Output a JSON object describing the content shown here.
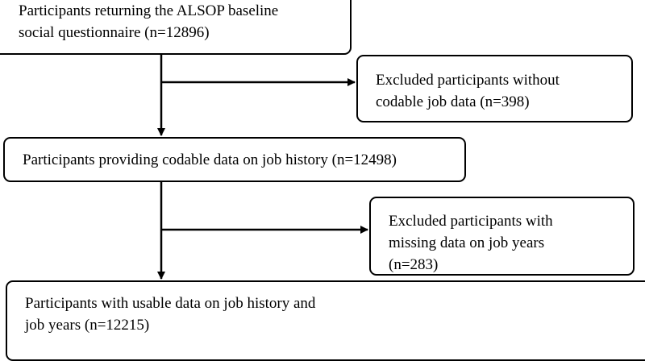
{
  "flow": {
    "box1": {
      "line1": "Participants returning the ALSOP baseline",
      "line2": "social questionnaire (n=12896)"
    },
    "box2": {
      "line1": "Excluded participants without",
      "line2": "codable job data (n=398)"
    },
    "box3": {
      "line1": "Participants providing codable data on job history (n=12498)"
    },
    "box4": {
      "line1": "Excluded participants with",
      "line2": "missing data on job years",
      "line3": "(n=283)"
    },
    "box5": {
      "line1": "Participants with usable data on job history and",
      "line2": "job years (n=12215)"
    }
  }
}
